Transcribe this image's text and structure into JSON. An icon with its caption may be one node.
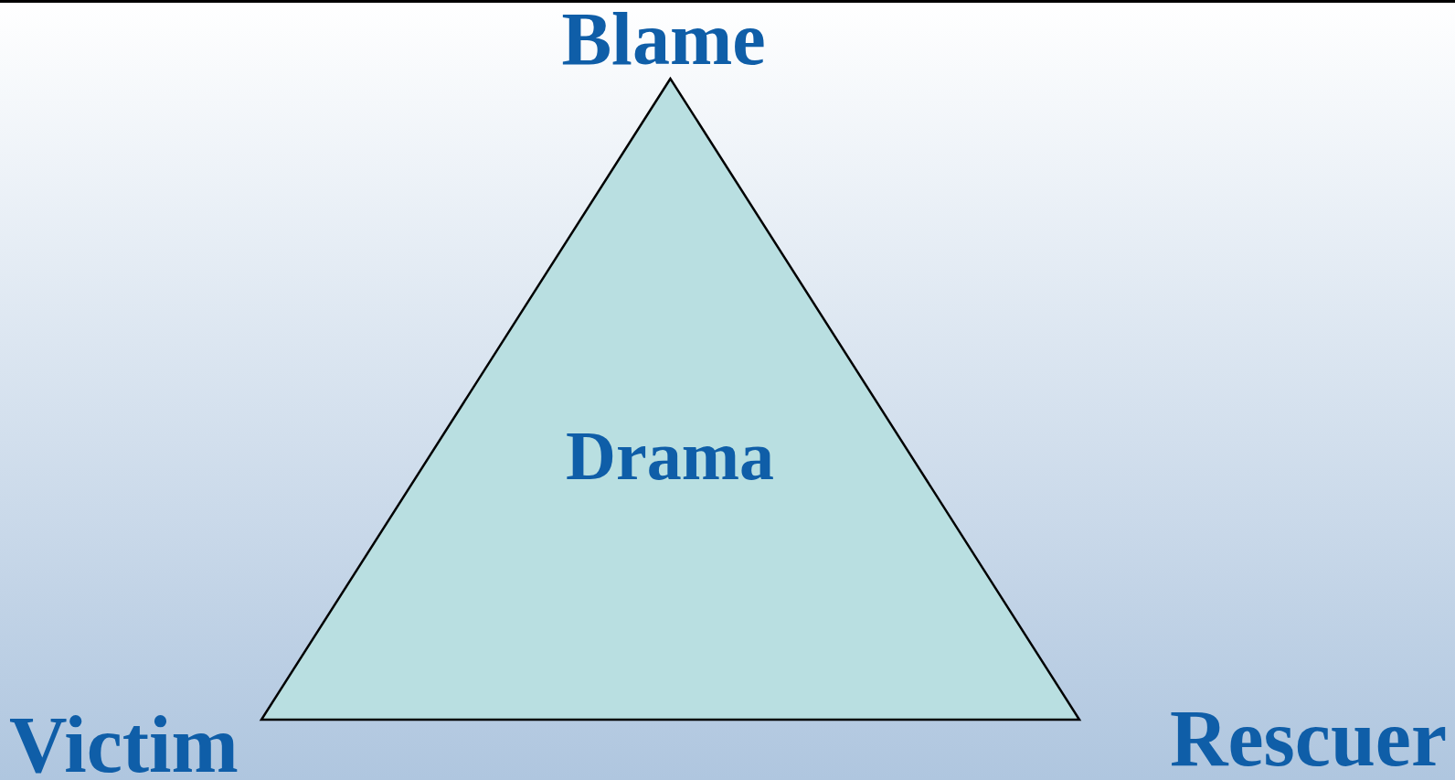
{
  "diagram": {
    "nodes": [
      {
        "text": [
          "Drama"
        ]
      }
    ],
    "edges": [],
    "labels": [
      "Blame",
      "Victim",
      "Rescuer"
    ]
  }
}
